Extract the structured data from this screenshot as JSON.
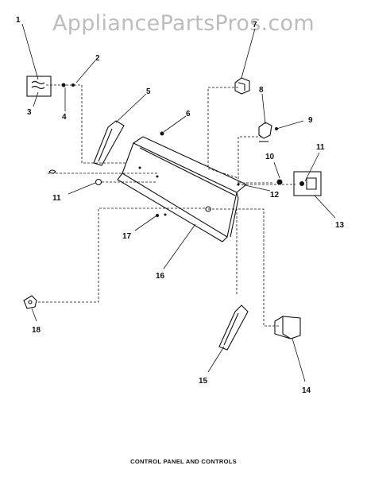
{
  "watermark": "AppliancePartsPros.com",
  "caption": "CONTROL PANEL AND CONTROLS",
  "callouts": {
    "c1": "1",
    "c2": "2",
    "c3": "3",
    "c4": "4",
    "c5": "5",
    "c6": "6",
    "c7": "7",
    "c8": "8",
    "c9": "9",
    "c10": "10",
    "c11a": "11",
    "c11b": "11",
    "c12": "12",
    "c13": "13",
    "c14": "14",
    "c15": "15",
    "c16": "16",
    "c17": "17",
    "c18": "18"
  }
}
